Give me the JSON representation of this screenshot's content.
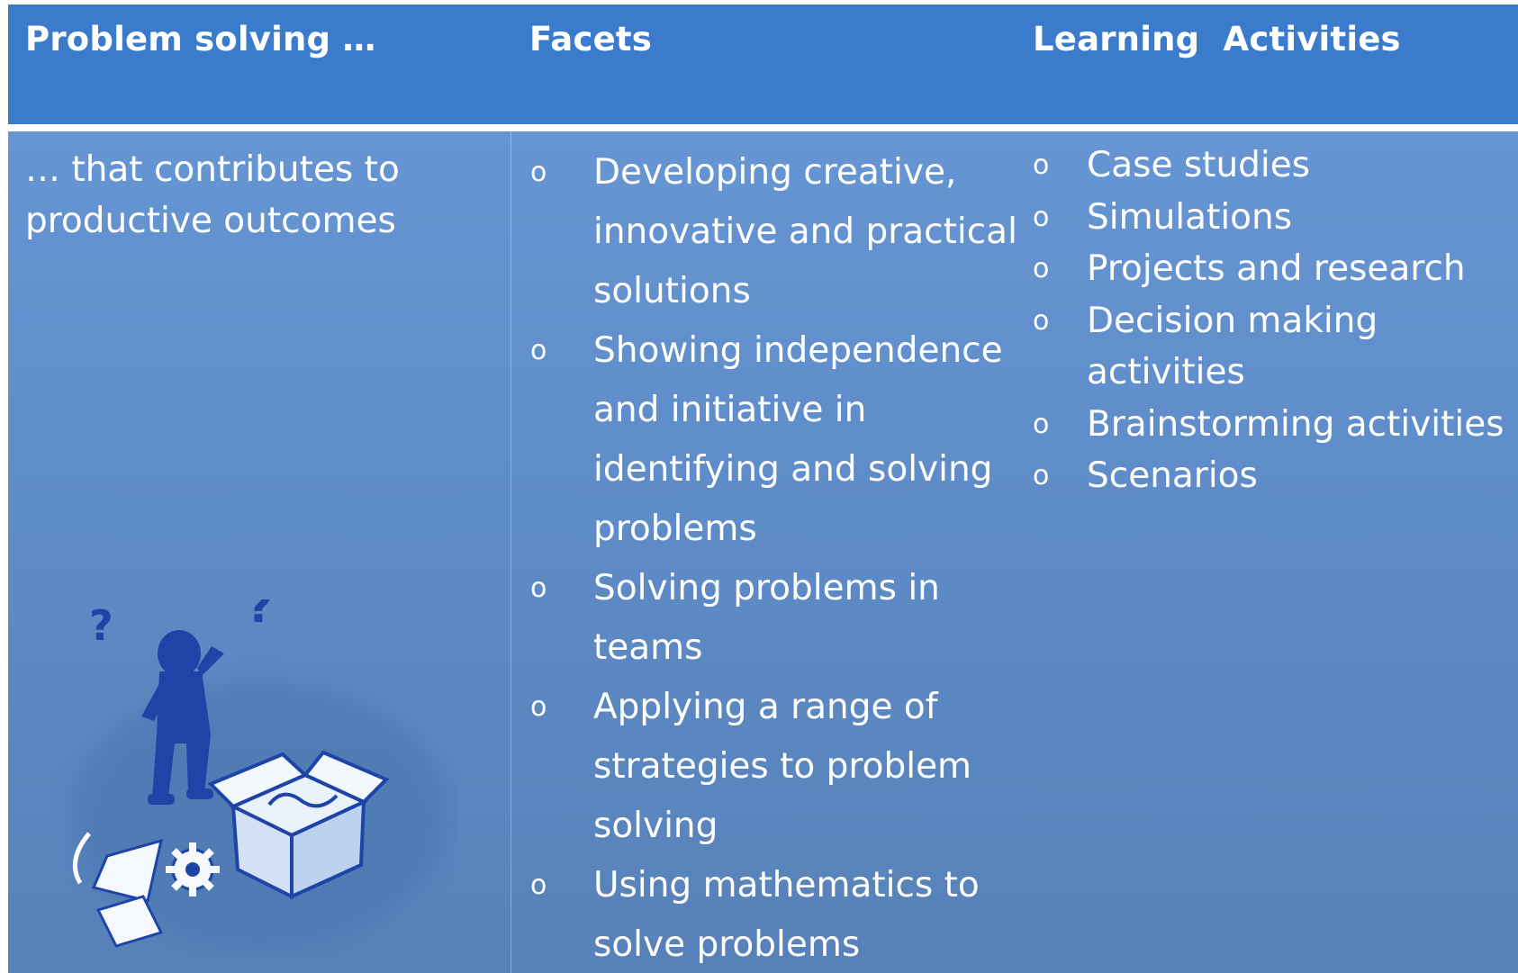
{
  "header": {
    "col1": "Problem solving …",
    "col2": "Facets",
    "col3": "Learning  Activities"
  },
  "body": {
    "col1_text": "… that contributes to productive outcomes",
    "bullet_glyph": "o",
    "facets": [
      "Developing creative, innovative and practical solutions",
      "Showing independence and initiative in identifying and solving problems",
      "Solving problems in teams",
      "Applying a range of strategies to problem solving",
      "Using mathematics to solve problems"
    ],
    "activities": [
      "Case studies",
      "Simulations",
      "Projects and research",
      "Decision making activities",
      "Brainstorming activities",
      "Scenarios"
    ]
  },
  "colors": {
    "header_bg": "#3a7bcc",
    "body_top": "#6695d3",
    "body_bottom": "#5781b8",
    "text": "#ffffff"
  },
  "icons": [
    "thinking-figure-icon",
    "open-box-icon",
    "gear-icon",
    "paper-icon"
  ]
}
